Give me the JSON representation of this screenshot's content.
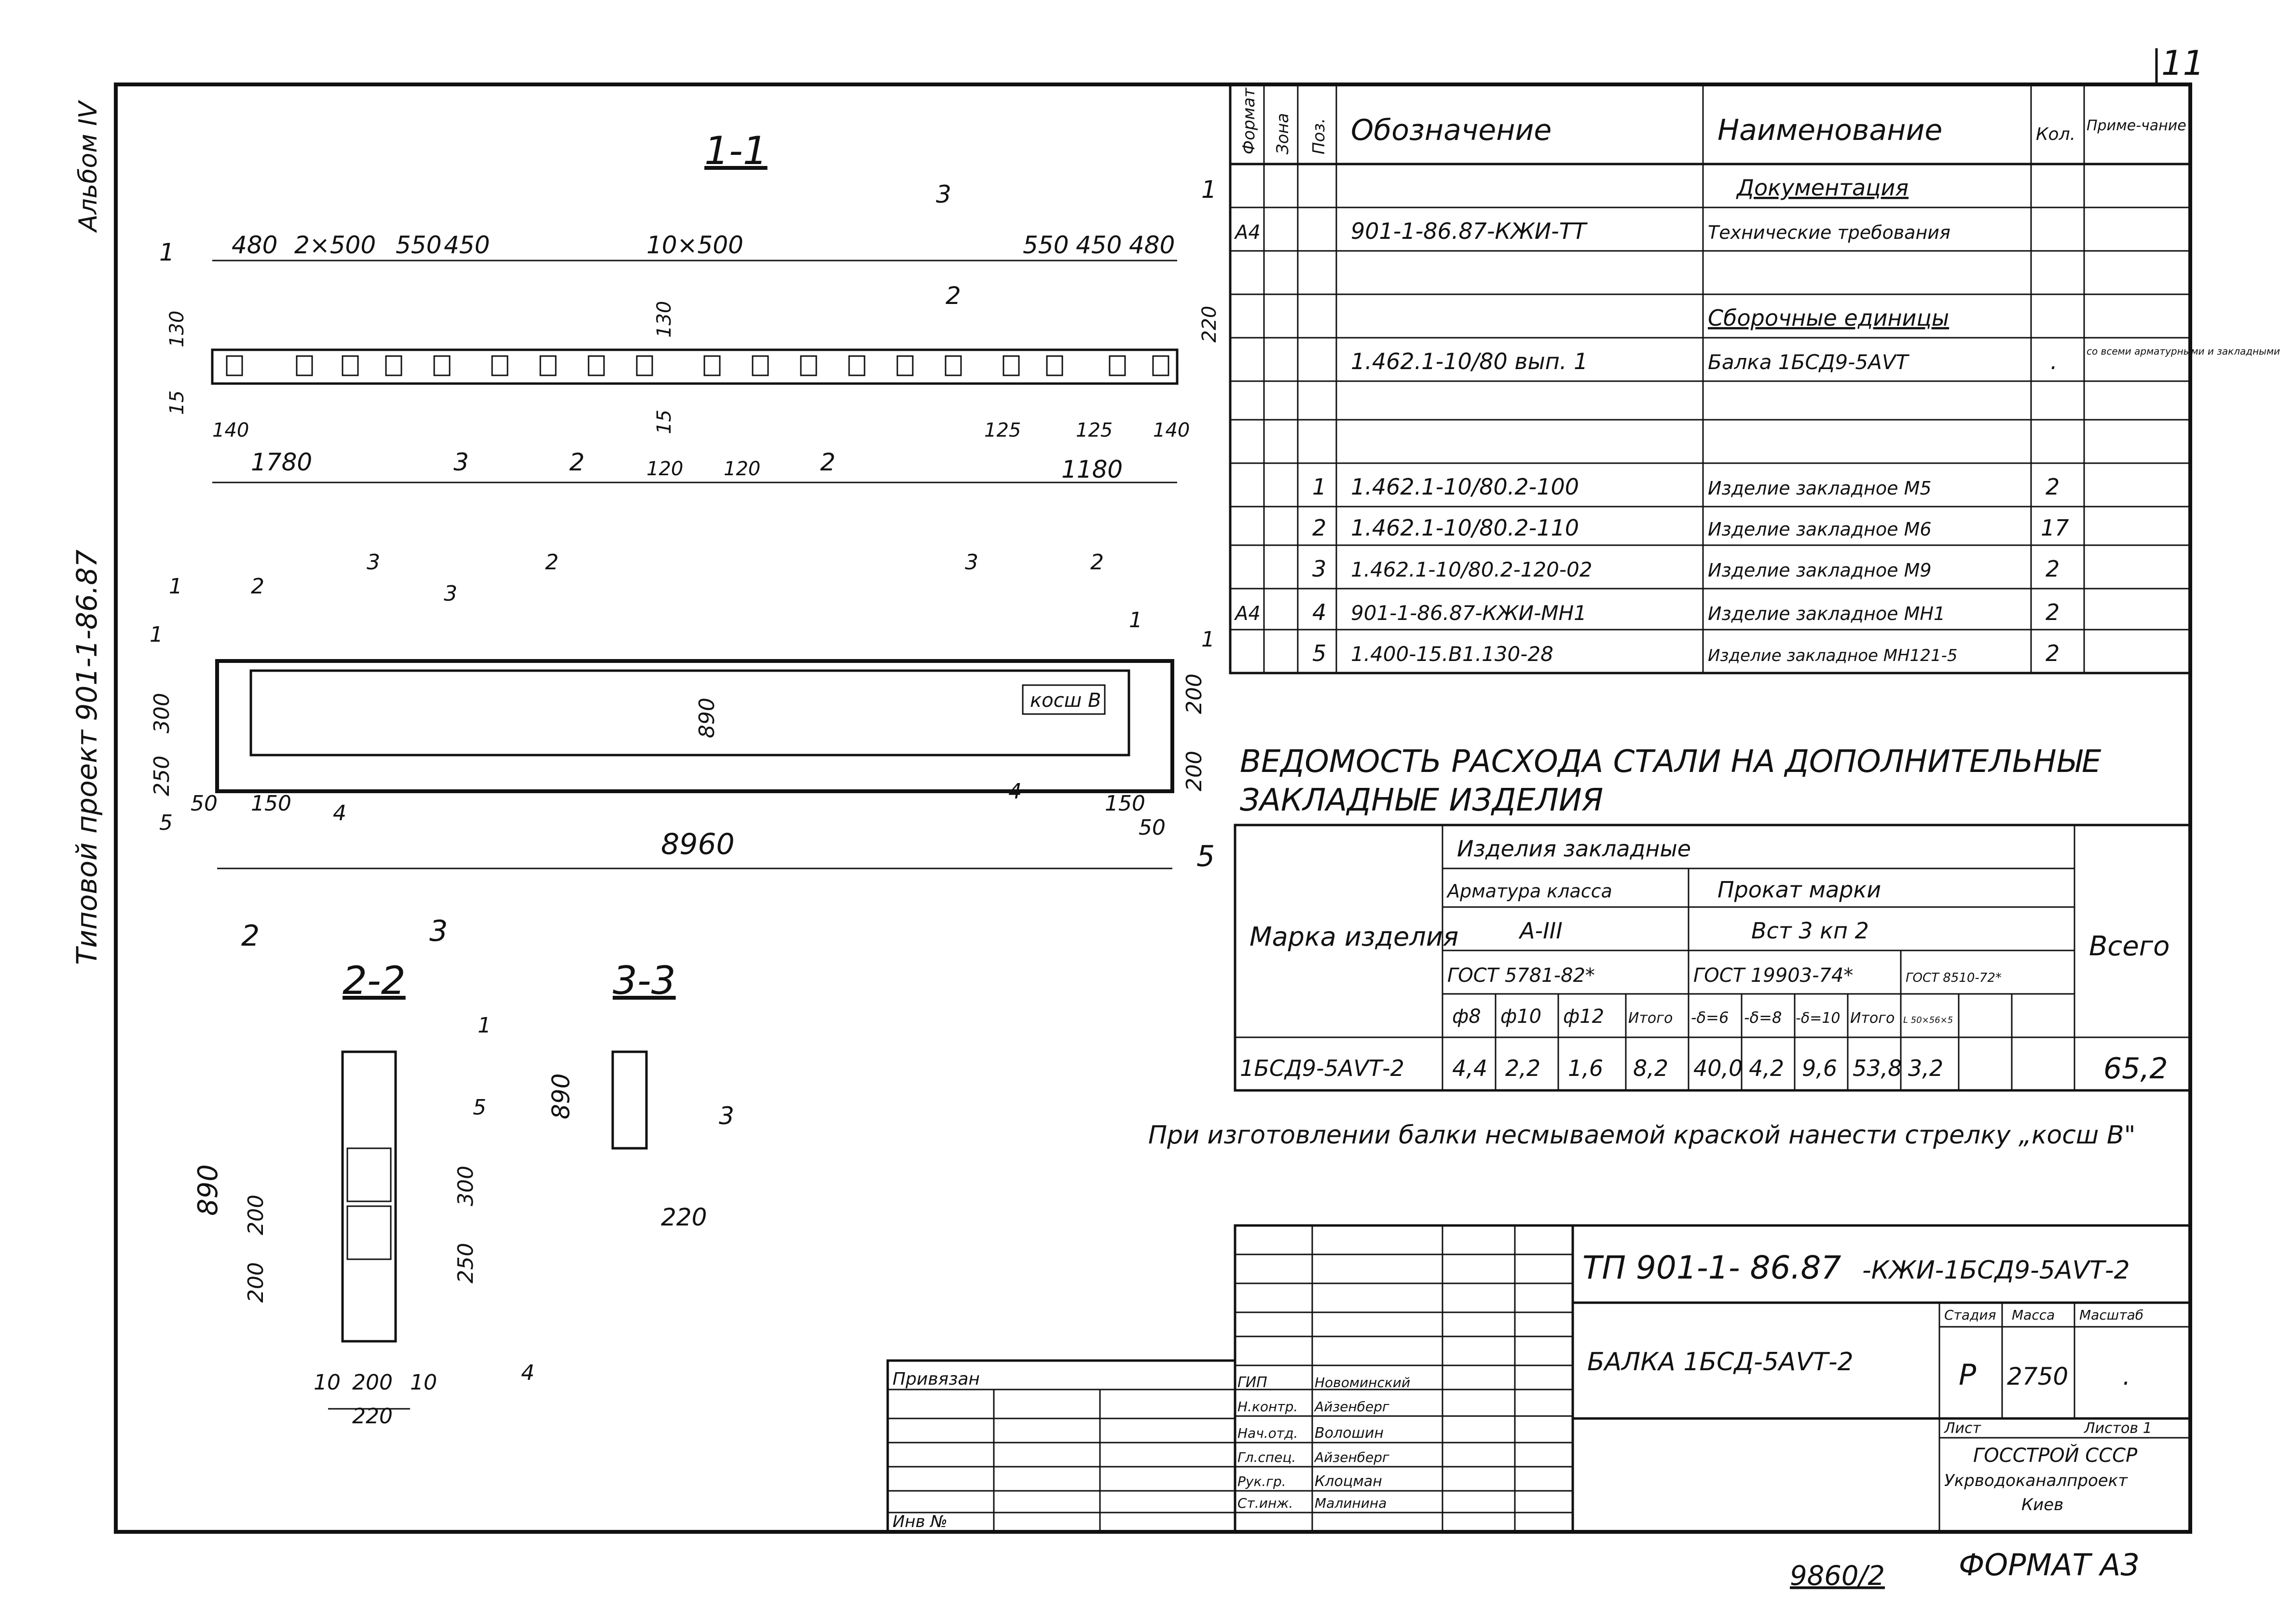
{
  "sheet": {
    "number": "11",
    "album": "Альбом IV",
    "project_vertical": "Типовой проект 901-1-86.87",
    "format": "ФОРМАТ А3",
    "sheet_code": "9860/2",
    "copied": "Привязан",
    "inv_label": "Инв №"
  },
  "sections": {
    "s11": "1-1",
    "s22": "2-2",
    "s33": "3-3"
  },
  "plan_dims": {
    "top": [
      "480",
      "2×500",
      "550",
      "450",
      "10×500",
      "550",
      "450",
      "480"
    ],
    "bottom": [
      "1780",
      "3",
      "2",
      "120",
      "120",
      "2",
      "125",
      "125",
      "140",
      "1180",
      "140"
    ],
    "left_vert": [
      "130",
      "15"
    ],
    "mid_vert": [
      "130",
      "15"
    ],
    "right_vert": [
      "220"
    ],
    "callouts": [
      "1",
      "3",
      "2",
      "1",
      "2",
      "3"
    ]
  },
  "elevation_dims": {
    "length": "8960",
    "height": "890",
    "left": [
      "300",
      "250",
      "50",
      "150"
    ],
    "right": [
      "200",
      "200",
      "150",
      "50"
    ],
    "label": "косш В",
    "callouts": [
      "1",
      "2",
      "3",
      "1",
      "3",
      "2",
      "3",
      "2",
      "1",
      "1",
      "4",
      "5",
      "4",
      "5"
    ],
    "cuts": [
      "2",
      "3"
    ]
  },
  "section22": {
    "height": "890",
    "dims_v": [
      "200",
      "200",
      "300",
      "250"
    ],
    "dims_h": [
      "10",
      "200",
      "10",
      "220"
    ],
    "callouts": [
      "1",
      "5",
      "4"
    ]
  },
  "section33": {
    "height": "890",
    "width": "220",
    "callout": "3"
  },
  "spec_table": {
    "headers": {
      "format": "Формат",
      "zone": "Зона",
      "pos": "Поз.",
      "designation": "Обозначение",
      "name": "Наименование",
      "qty": "Кол.",
      "note": "Приме-чание"
    },
    "section_docs": "Документация",
    "section_assembly": "Сборочные единицы",
    "rows": [
      {
        "format": "А4",
        "pos": "",
        "designation": "901-1-86.87-КЖИ-ТТ",
        "name": "Технические требования",
        "qty": "",
        "note": ""
      },
      {
        "format": "",
        "pos": "",
        "designation": "1.462.1-10/80 вып. 1",
        "name": "Балка 1БСД9-5АVТ",
        "qty": ".",
        "note": "со всеми арматурными и закладными изделиями"
      },
      {
        "format": "",
        "pos": "1",
        "designation": "1.462.1-10/80.2-100",
        "name": "Изделие закладное М5",
        "qty": "2",
        "note": ""
      },
      {
        "format": "",
        "pos": "2",
        "designation": "1.462.1-10/80.2-110",
        "name": "Изделие закладное М6",
        "qty": "17",
        "note": ""
      },
      {
        "format": "",
        "pos": "3",
        "designation": "1.462.1-10/80.2-120-02",
        "name": "Изделие закладное М9",
        "qty": "2",
        "note": ""
      },
      {
        "format": "А4",
        "pos": "4",
        "designation": "901-1-86.87-КЖИ-МН1",
        "name": "Изделие закладное МН1",
        "qty": "2",
        "note": ""
      },
      {
        "format": "",
        "pos": "5",
        "designation": "1.400-15.В1.130-28",
        "name": "Изделие закладное МН121-5",
        "qty": "2",
        "note": ""
      }
    ]
  },
  "steel_table": {
    "title1": "ВЕДОМОСТЬ РАСХОДА СТАЛИ НА ДОПОЛНИТЕЛЬНЫЕ",
    "title2": "ЗАКЛАДНЫЕ ИЗДЕЛИЯ",
    "mark_header": "Марка изделия",
    "group_header": "Изделия закладные",
    "rebar_class": "Арматура класса",
    "rebar_grade": "А-III",
    "rebar_gost": "ГОСТ 5781-82*",
    "rolled": "Прокат марки",
    "rolled_grade": "Вст 3 кп 2",
    "rolled_gost1": "ГОСТ 19903-74*",
    "rolled_gost2": "ГОСТ 8510-72*",
    "total_header": "Всего",
    "cols": [
      "ф8",
      "ф10",
      "ф12",
      "Итого",
      "-δ=6",
      "-δ=8",
      "-δ=10",
      "Итого",
      "L 50×56×5"
    ],
    "row": {
      "mark": "1БСД9-5АVТ-2",
      "values": [
        "4,4",
        "2,2",
        "1,6",
        "8,2",
        "40,0",
        "4,2",
        "9,6",
        "53,8",
        "3,2"
      ],
      "total": "65,2"
    }
  },
  "note": "При изготовлении балки несмываемой краской нанести стрелку „косш В\"",
  "title_block": {
    "code": "ТП 901-1- 86.87",
    "code2": "-КЖИ-1БСД9-5АVТ-2",
    "title": "БАЛКА 1БСД-5АVТ-2",
    "stage_label": "Стадия",
    "mass_label": "Масса",
    "scale_label": "Масштаб",
    "stage": "Р",
    "mass": "2750",
    "scale": ".",
    "sheet_label": "Лист",
    "sheets_label": "Листов 1",
    "org1": "ГОССТРОЙ СССР",
    "org2": "Укрводоканалпроект",
    "org3": "Киев",
    "staff": [
      {
        "role": "ГИП",
        "name": "Новоминский"
      },
      {
        "role": "Н.контр.",
        "name": "Айзенберг"
      },
      {
        "role": "Нач.отд.",
        "name": "Волошин"
      },
      {
        "role": "Гл.спец.",
        "name": "Айзенберг"
      },
      {
        "role": "Рук.гр.",
        "name": "Клоцман"
      },
      {
        "role": "Ст.инж.",
        "name": "Малинина"
      }
    ]
  }
}
